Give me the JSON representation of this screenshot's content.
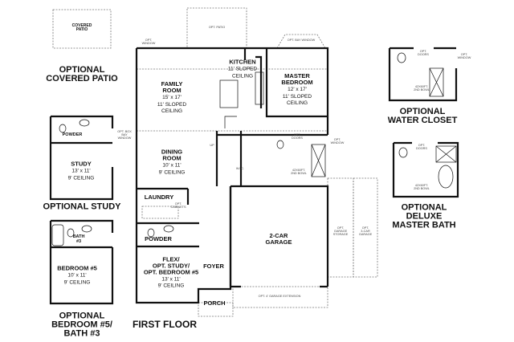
{
  "main_plan": {
    "title": "FIRST FLOOR",
    "rooms": {
      "kitchen": {
        "name": "KITCHEN",
        "detail": "11' SLOPED\nCEILING"
      },
      "family_room": {
        "name": "FAMILY\nROOM",
        "detail": "15' x 17'\n11' SLOPED\nCEILING"
      },
      "master_bedroom": {
        "name": "MASTER\nBEDROOM",
        "detail": "12' x 17'\n11' SLOPED\nCEILING"
      },
      "dining_room": {
        "name": "DINING\nROOM",
        "detail": "10' x 11'\n9' CEILING"
      },
      "laundry": {
        "name": "LAUNDRY"
      },
      "powder": {
        "name": "POWDER"
      },
      "flex": {
        "name": "FLEX/\nOPT. STUDY/\nOPT. BEDROOM #5",
        "detail": "13' x 11'\n9' CEILING"
      },
      "foyer": {
        "name": "FOYER"
      },
      "porch": {
        "name": "PORCH"
      },
      "garage": {
        "name": "2-CAR\nGARAGE"
      },
      "wic": {
        "name": "W.I.C."
      }
    },
    "notes": {
      "opt_patio": "OPT. PATIO",
      "opt_bay_window": "OPT. BAY WINDOW",
      "opt_window_left": "OPT.\nWINDOW",
      "opt_box_bay_window": "OPT. BOX\nBAY\nWINDOW",
      "opt_window_right": "OPT.\nWINDOW",
      "opt_doors": "OPT.\nDOORS",
      "second_bowl": "42X60FT.\n2ND BOWL",
      "opt_cabinets": "OPT.\nCABINETS",
      "up": "UP",
      "garage_storage": "OPT.\nGARAGE\nSTORAGE",
      "three_car": "OPT.\n3-CAR\nGARAGE",
      "garage_extension": "OPT. 4' GARAGE EXTENSION"
    }
  },
  "options": {
    "covered_patio": {
      "title": "OPTIONAL\nCOVERED PATIO",
      "label": "COVERED\nPATIO"
    },
    "study": {
      "title": "OPTIONAL STUDY",
      "powder": "POWDER",
      "room": "STUDY",
      "detail": "13' x 11'\n9' CEILING"
    },
    "bedroom5": {
      "title": "OPTIONAL\nBEDROOM #5/\nBATH #3",
      "bath": "BATH\n#3",
      "room": "BEDROOM #5",
      "detail": "10' x 11'\n9' CEILING"
    },
    "water_closet": {
      "title": "OPTIONAL\nWATER CLOSET",
      "doors": "OPT.\nDOORS",
      "window": "OPT.\nWINDOW",
      "bowl": "42X60FT.\n2ND BOWL"
    },
    "deluxe_bath": {
      "title": "OPTIONAL\nDELUXE\nMASTER BATH",
      "doors": "OPT.\nDOORS",
      "bowl": "42X60FT.\n2ND BOWL"
    }
  }
}
